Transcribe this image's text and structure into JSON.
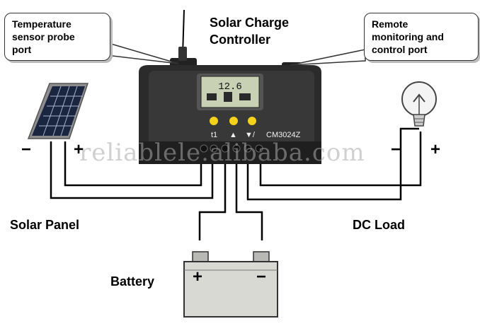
{
  "title_line1": "Solar Charge",
  "title_line2": "Controller",
  "callouts": {
    "temp_sensor": [
      "Temperature",
      "sensor probe",
      "port"
    ],
    "remote": [
      "Remote",
      "monitoring and",
      "control port"
    ]
  },
  "labels": {
    "solar_panel": "Solar Panel",
    "dc_load": "DC Load",
    "battery": "Battery"
  },
  "controller": {
    "lcd_reading": "12.6",
    "model": "CM3024Z",
    "button_glyphs": [
      "t1",
      "▲",
      "▼/"
    ]
  },
  "signs": {
    "panel_minus": "−",
    "panel_plus": "+",
    "load_minus": "−",
    "load_plus": "+",
    "battery_plus": "+",
    "battery_minus": "−"
  },
  "watermark": "reliablele.alibaba.com",
  "colors": {
    "controller_body": "#2b2b2b",
    "lcd": "#c9d1b4",
    "button": "#f4d21a",
    "battery_body": "#d9d9d4",
    "panel_cell": "#1a2540",
    "wire": "#000000"
  }
}
